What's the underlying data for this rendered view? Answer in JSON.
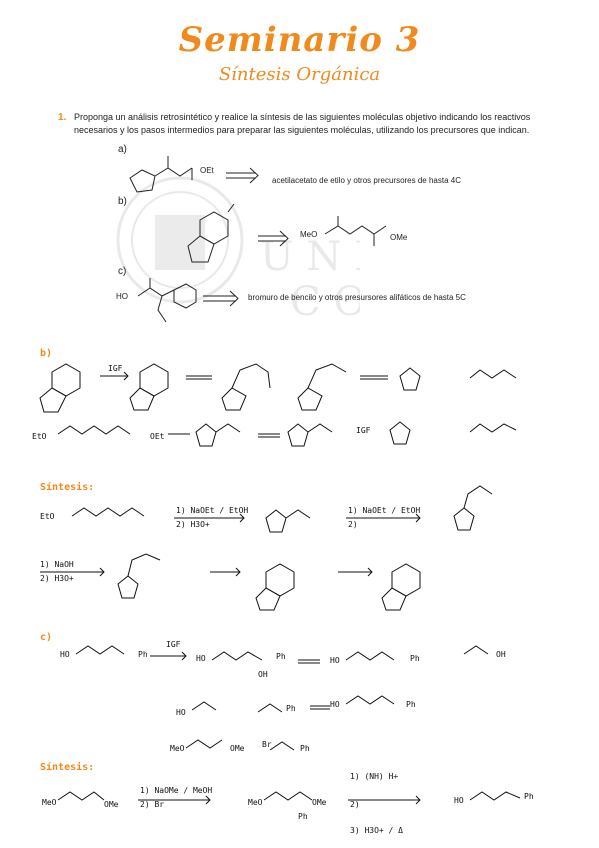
{
  "header": {
    "title": "Seminario 3",
    "subtitle": "Síntesis Orgánica"
  },
  "question": {
    "number": "1.",
    "text": "Proponga un análisis retrosintético y realice la síntesis de las siguientes moléculas objetivo indicando los reactivos necesarios y los pasos intermedios para preparar las siguientes moléculas, utilizando los precursores que indican.",
    "parts": [
      {
        "label": "a)",
        "group": "OEt",
        "reagents": "acetilacetato de etilo y otros precursores de hasta 4C"
      },
      {
        "label": "b)",
        "left_group": "MeO",
        "right_group": "OMe"
      },
      {
        "label": "c)",
        "group": "HO",
        "reagents": "bromuro de bencilo y otros presursores alifáticos de hasta 5C"
      }
    ]
  },
  "notes": {
    "b_label": "b)",
    "ige": "IGF",
    "eto": "EtO",
    "oet": "OEt",
    "sintesis": "Síntesis:",
    "step1a": "1) NaOEt / EtOH",
    "step1b": "2) H3O+",
    "step2a": "1) NaOEt / EtOH",
    "step2b": "2)",
    "step3a": "1) NaOH",
    "step3b": "2) H3O+",
    "c_label": "c)",
    "ho": "HO",
    "ph": "Ph",
    "oh": "OH",
    "meo": "MeO",
    "ome": "OMe",
    "br": "Br",
    "sintesis2": "Síntesis:",
    "s1a": "1) NaOMe / MeOH",
    "s1b": "2) Br",
    "s2a": "1) (NH) H+",
    "s2b": "2)",
    "s2c": "3) H3O+ / Δ"
  }
}
